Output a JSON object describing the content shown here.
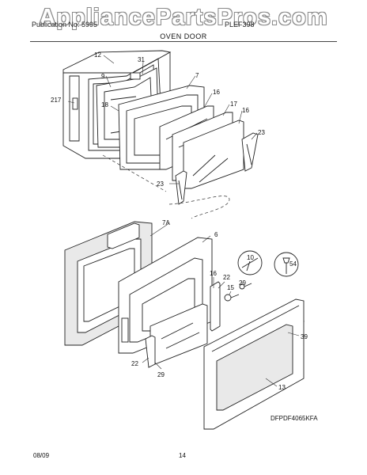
{
  "header": {
    "watermark": "AppliancePartsPros.com",
    "publication_left": "Publication No: 5995",
    "model": "PLEF398",
    "section_title": "OVEN DOOR"
  },
  "diagram_code": "DFPDF4065KFA",
  "footer": {
    "date": "08/09",
    "page": "14"
  },
  "callouts": [
    "12",
    "31",
    "9",
    "7",
    "217",
    "18",
    "16",
    "17",
    "16",
    "23",
    "23",
    "7A",
    "6",
    "10",
    "54",
    "16",
    "22",
    "29",
    "15",
    "39",
    "22",
    "29",
    "13"
  ]
}
